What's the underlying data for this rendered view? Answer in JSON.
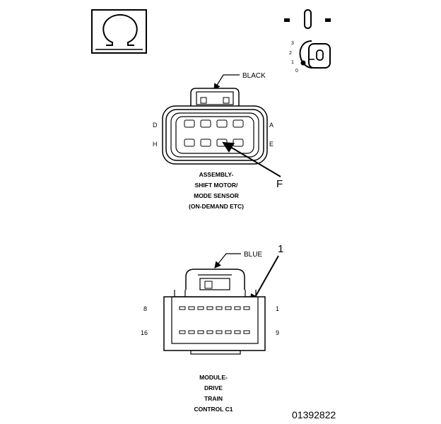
{
  "ohm_symbol": {
    "icon": "ohm-icon",
    "glyph": "Ω"
  },
  "ignition_switch": {
    "icon": "ignition-key-icon",
    "positions": [
      "3",
      "2",
      "1",
      "0"
    ]
  },
  "connector_top": {
    "color_label": "BLACK",
    "pin_labels": {
      "top_left": "D",
      "top_right": "A",
      "bottom_left": "H",
      "bottom_right": "E"
    },
    "callout": "F",
    "caption": [
      "ASSEMBLY-",
      "SHIFT MOTOR/",
      "MODE SENSOR",
      "(ON-DEMAND ETC)"
    ]
  },
  "connector_bottom": {
    "color_label": "BLUE",
    "callout": "1",
    "pin_labels": {
      "top_left": "8",
      "top_right": "1",
      "bottom_left": "16",
      "bottom_right": "9"
    },
    "caption": [
      "MODULE-",
      "DRIVE",
      "TRAIN",
      "CONTROL C1"
    ]
  },
  "figure_id": "01392822"
}
